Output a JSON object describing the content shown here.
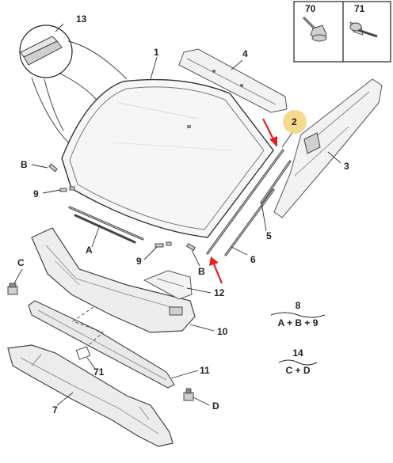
{
  "callouts": {
    "p1": "1",
    "p2": "2",
    "p3": "3",
    "p4": "4",
    "p5": "5",
    "p6": "6",
    "p7": "7",
    "p9a": "9",
    "p9b": "9",
    "p10": "10",
    "p11": "11",
    "p12": "12",
    "p13": "13",
    "p70": "70",
    "p71a": "71",
    "p71b": "71",
    "pA": "A",
    "pB1": "B",
    "pB2": "B",
    "pC": "C",
    "pD": "D"
  },
  "formulas": [
    {
      "label": "8",
      "expression": "A + B + 9"
    },
    {
      "label": "14",
      "expression": "C + D"
    }
  ],
  "colors": {
    "highlight": "#f6d27a",
    "arrow": "#e32020",
    "line": "#333333"
  }
}
